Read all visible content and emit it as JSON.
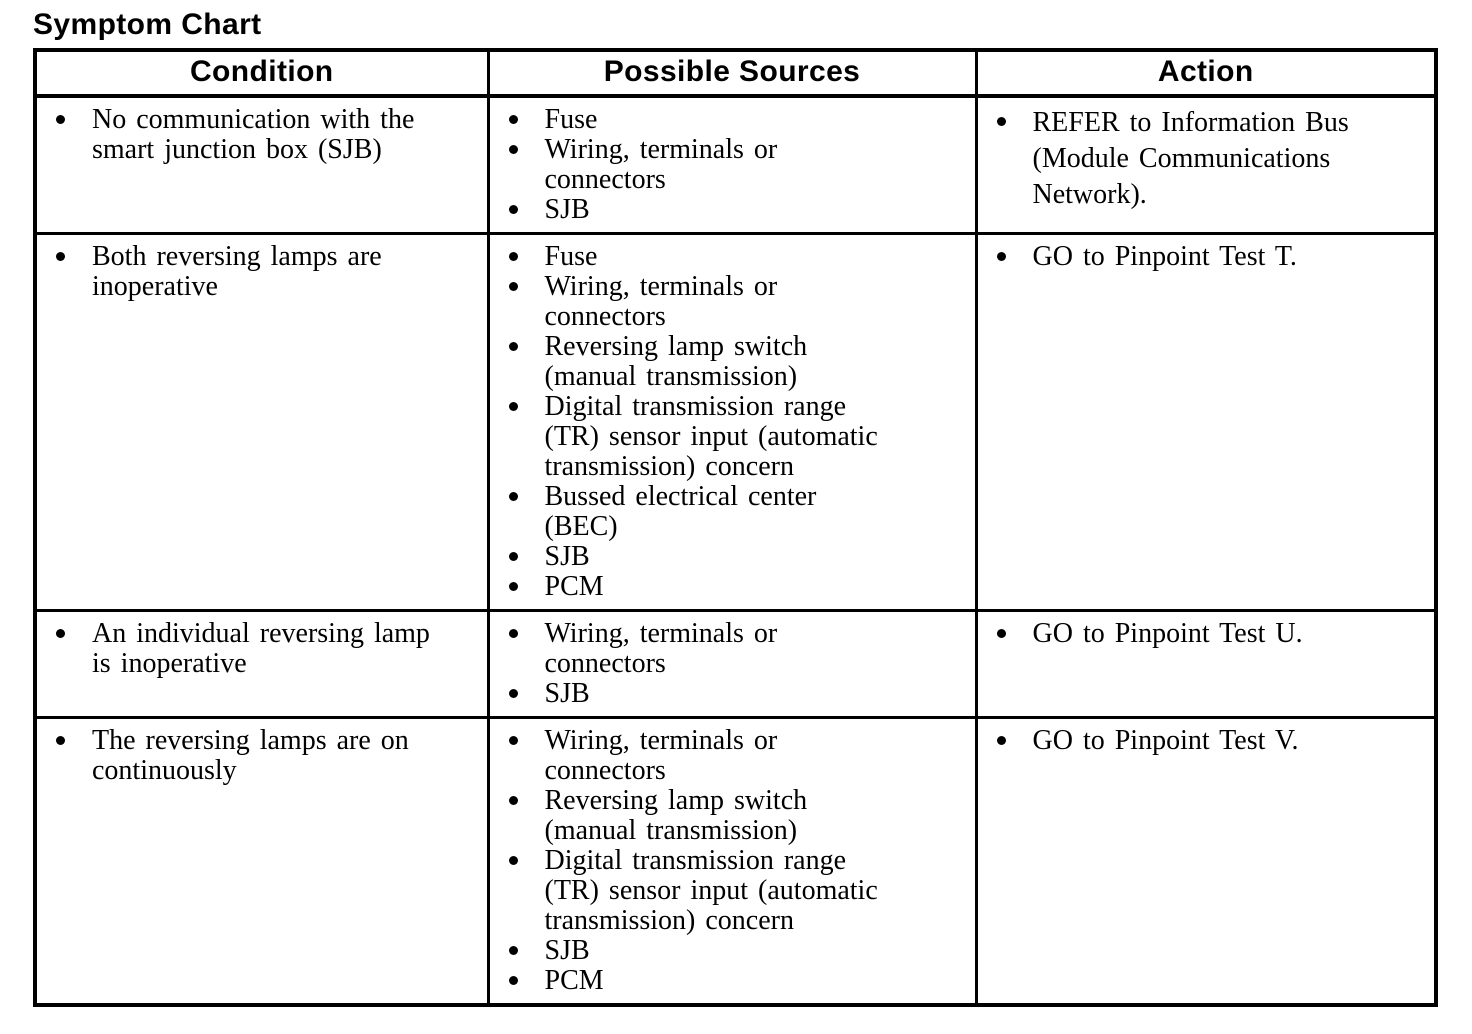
{
  "page": {
    "title": "Symptom Chart"
  },
  "colors": {
    "text": "#000000",
    "background": "#ffffff",
    "border": "#000000"
  },
  "table": {
    "headers": [
      "Condition",
      "Possible Sources",
      "Action"
    ],
    "rows": [
      {
        "condition": "No communication with the\nsmart junction box (SJB)",
        "possible_sources": [
          "Fuse",
          "Wiring, terminals or\nconnectors",
          "SJB"
        ],
        "action": [
          "REFER to Information Bus\n(Module Communications\nNetwork)."
        ]
      },
      {
        "condition": "Both reversing lamps are\ninoperative",
        "possible_sources": [
          "Fuse",
          "Wiring, terminals or\nconnectors",
          "Reversing lamp switch\n(manual transmission)",
          "Digital transmission range\n(TR) sensor input (automatic\ntransmission) concern",
          "Bussed electrical center\n(BEC)",
          "SJB",
          "PCM"
        ],
        "action": [
          "GO to Pinpoint Test T."
        ]
      },
      {
        "condition": "An individual reversing lamp\nis inoperative",
        "possible_sources": [
          "Wiring, terminals or\nconnectors",
          "SJB"
        ],
        "action": [
          "GO to Pinpoint Test U."
        ]
      },
      {
        "condition": "The reversing lamps are on\ncontinuously",
        "possible_sources": [
          "Wiring, terminals or\nconnectors",
          "Reversing lamp switch\n(manual transmission)",
          "Digital transmission range\n(TR) sensor input (automatic\ntransmission) concern",
          "SJB",
          "PCM"
        ],
        "action": [
          "GO to Pinpoint Test V."
        ]
      }
    ]
  }
}
